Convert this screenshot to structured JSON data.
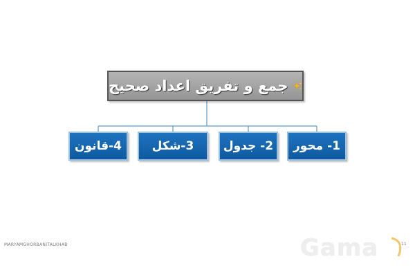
{
  "diagram": {
    "title": "جمع و تفریق اعداد صحیح",
    "title_icon": "sparkles-icon",
    "nodes": [
      {
        "label": "1-  محور"
      },
      {
        "label": "2- جدول"
      },
      {
        "label": "3-شکل"
      },
      {
        "label": "4-قانون"
      }
    ]
  },
  "footer": {
    "author": "MARYAMGHORBANITALKHAB",
    "logo": "Gama",
    "page": "11"
  },
  "colors": {
    "title_fill": "#a6a6a6",
    "title_border": "#545454",
    "node_fill": "#1765b0",
    "node_border": "#9cc0e0",
    "connector": "#5b9bd5",
    "sparkle": "#f0b429"
  }
}
